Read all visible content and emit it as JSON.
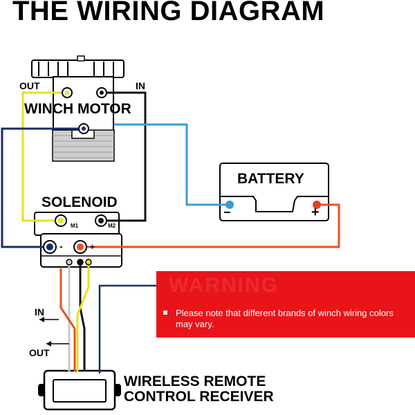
{
  "title": "THE WIRING DIAGRAM",
  "labels": {
    "out_top": "OUT",
    "in_top": "IN",
    "winch_motor": "WINCH MOTOR",
    "solenoid": "SOLENOID",
    "m1": "M1",
    "m2": "M2",
    "minus": "-",
    "plus": "+",
    "battery": "BATTERY",
    "battery_minus": "−",
    "battery_plus": "+",
    "in_bottom": "IN",
    "out_bottom": "OUT",
    "receiver_line1": "WIRELESS REMOTE",
    "receiver_line2": "CONTROL RECEIVER"
  },
  "note": {
    "text": "Please note that different brands of winch wiring colors may vary.",
    "background": "#e8141a"
  },
  "colors": {
    "yellow_wire": "#e8e020",
    "black_wire": "#111111",
    "blue_wire": "#3a9bd5",
    "red_wire": "#e85020",
    "navy_wire": "#1a2a6c",
    "gray_wire": "#c8c8c8",
    "battery_pos": "#e84020",
    "battery_neg": "#3a9bd5"
  }
}
